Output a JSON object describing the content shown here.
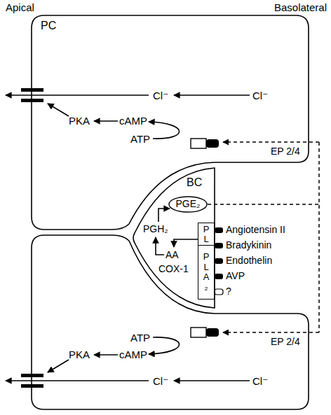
{
  "diagram": {
    "nodes": [
      {
        "text": [
          "PC"
        ]
      },
      {
        "text": [
          "BC"
        ]
      },
      {
        "text": [
          "PGE₂"
        ],
        "in": 1
      },
      {
        "text": [
          "PL"
        ],
        "in": 1
      },
      {
        "text": [
          "PLA₂"
        ],
        "in": 1
      }
    ],
    "labels": [
      "Apical",
      "Basolateral",
      "Cl⁻",
      "Cl⁻",
      "PKA",
      "cAMP",
      "ATP",
      "EP 2/4",
      "PGH₂",
      "AA",
      "COX-1",
      "Angiotensin II",
      "Bradykinin",
      "Endothelin",
      "AVP",
      "?",
      "ATP",
      "EP 2/4",
      "cAMP",
      "PKA",
      "Cl⁻",
      "Cl⁻"
    ]
  }
}
